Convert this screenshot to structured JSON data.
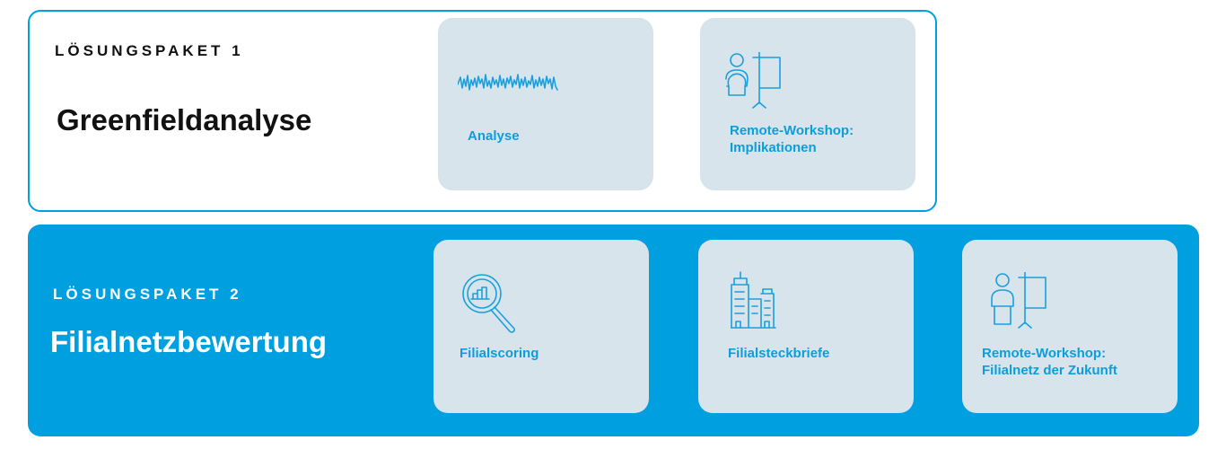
{
  "packages": [
    {
      "kicker": "LÖSUNGSPAKET 1",
      "title": "Greenfieldanalyse",
      "cards": [
        {
          "icon": "waveform-icon",
          "label": "Analyse"
        },
        {
          "icon": "presenter-icon",
          "label": "Remote-Workshop:\nImplikationen"
        }
      ]
    },
    {
      "kicker": "LÖSUNGSPAKET 2",
      "title": "Filialnetzbewertung",
      "cards": [
        {
          "icon": "magnifier-chart-icon",
          "label": "Filialscoring"
        },
        {
          "icon": "buildings-icon",
          "label": "Filialsteckbriefe"
        },
        {
          "icon": "presenter-icon",
          "label": "Remote-Workshop:\nFilialnetz der Zukunft"
        }
      ]
    }
  ],
  "colors": {
    "accent": "#009fe0",
    "card": "#d8e4ec"
  }
}
